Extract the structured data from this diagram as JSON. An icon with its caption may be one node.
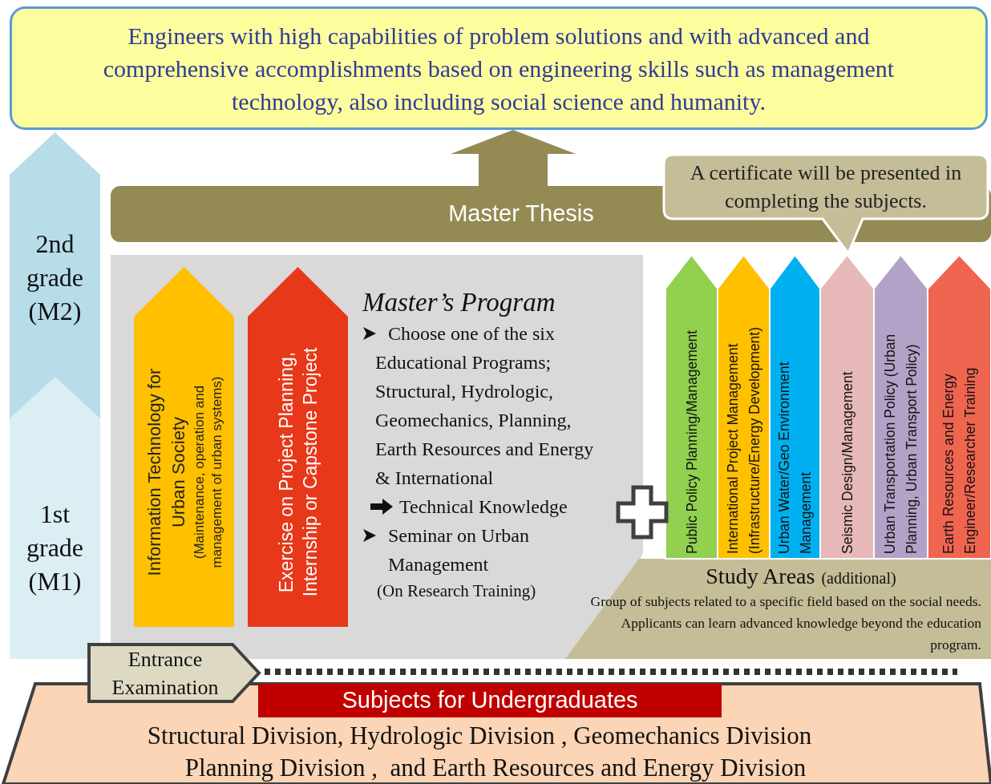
{
  "diagram": {
    "nodes": [
      {
        "text": [
          "Engineers with high capabilities of problem solutions and with advanced and comprehensive accomplishments based on engineering skills such as management technology, also including social science and humanity."
        ]
      },
      {
        "text": [
          "2nd grade (M2)"
        ]
      },
      {
        "text": [
          "1st grade (M1)"
        ]
      },
      {
        "text": [
          "Master Thesis"
        ]
      },
      {
        "text": [
          "A certificate will be presented in completing the subjects."
        ]
      },
      {
        "text": [
          "Master’s Program",
          "Choose one of the six Educational Programs; Structural, Hydrologic, Geomechanics, Planning, Earth Resources and Energy & International",
          "Technical Knowledge",
          "Seminar on Urban Management",
          "(On Research Training)"
        ]
      },
      {
        "text": [
          "Information Technology for Urban Society",
          "(Maintenance, operation and management of urban systems)"
        ],
        "in": 5
      },
      {
        "text": [
          "Exercise on Project Planning, Internship or Capstone Project"
        ],
        "in": 5
      },
      {
        "text": [
          "Public Policy Planning/Management"
        ]
      },
      {
        "text": [
          "International Project Management (Infrastructure/Energy Development)"
        ]
      },
      {
        "text": [
          "Urban Water/Geo Environment Management"
        ]
      },
      {
        "text": [
          "Seismic Design/Management"
        ]
      },
      {
        "text": [
          "Urban Transportation Policy (Urban Planning, Urban Transport Policy)"
        ]
      },
      {
        "text": [
          "Earth Resources and Energy Engineer/Researcher Training"
        ]
      },
      {
        "text": [
          "Study Areas",
          "(additional)",
          "Group of subjects related to a specific field based on the social needs. Applicants can learn advanced knowledge beyond the education program."
        ]
      },
      {
        "text": [
          "Entrance Examination"
        ]
      },
      {
        "text": [
          "Structural Division, Hydrologic Division , Geomechanics Division",
          "Planning Division ,  and Earth Resources and Energy Division"
        ]
      },
      {
        "text": [
          "Subjects for Undergraduates"
        ],
        "in": 16
      }
    ],
    "edges": [
      {
        "from": 3,
        "to": 0,
        "arrow": "to"
      }
    ]
  }
}
